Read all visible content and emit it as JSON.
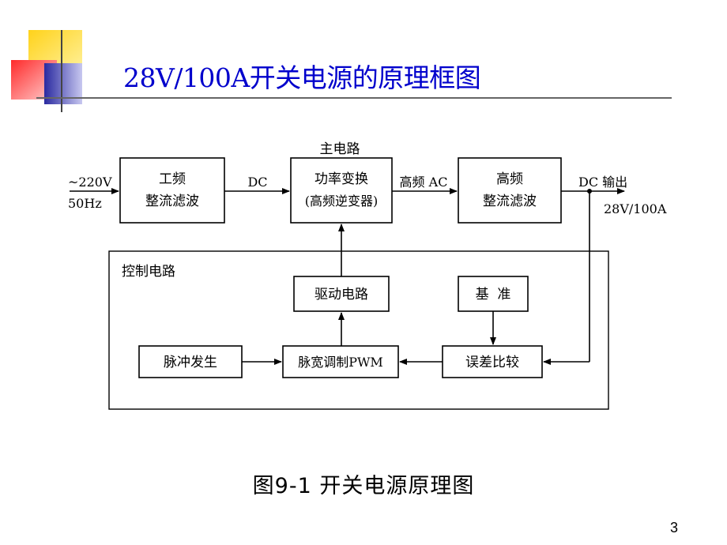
{
  "slide": {
    "title": "28V/100A开关电源的原理框图",
    "caption": "图9-1  开关电源原理图",
    "page_number": "3"
  },
  "diagram": {
    "input_voltage": "~220V",
    "input_freq": "50Hz",
    "rectifier_line1": "工频",
    "rectifier_line2": "整流滤波",
    "dc_label": "DC",
    "main_circuit_label": "主电路",
    "inverter_line1": "功率变换",
    "inverter_line2": "(高频逆变器)",
    "hf_ac_label": "高频 AC",
    "hf_filter_line1": "高频",
    "hf_filter_line2": "整流滤波",
    "dc_output_label": "DC 输出",
    "output_rating": "28V/100A",
    "control_circuit_label": "控制电路",
    "driver_label": "驱动电路",
    "reference_label": "基  准",
    "pulse_gen_label": "脉冲发生",
    "pwm_label": "脉宽调制PWM",
    "error_compare_label": "误差比较"
  },
  "colors": {
    "title": "#0000cc",
    "deco_yellow": "#ffcc00",
    "deco_red": "#ff3333",
    "deco_blue": "#3333aa",
    "deco_line": "#333333"
  }
}
